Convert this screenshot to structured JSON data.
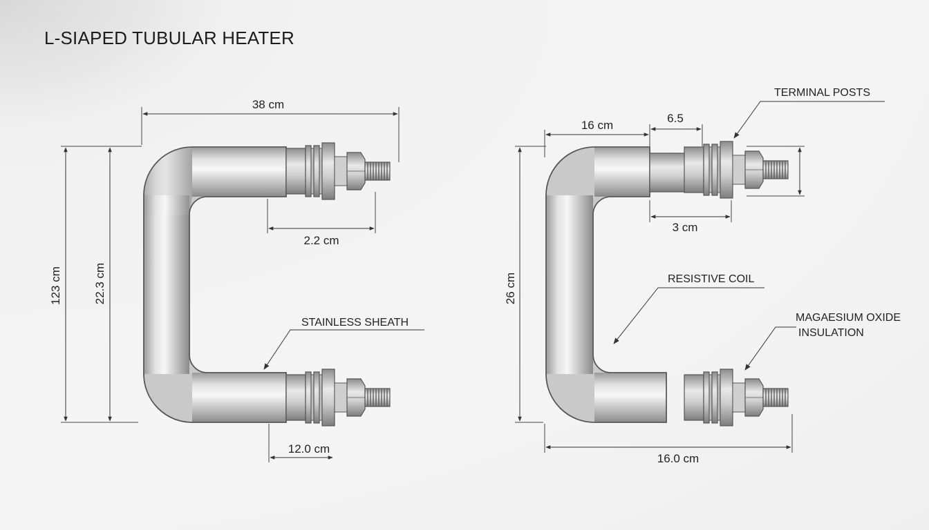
{
  "title": "L-SIAPED TUBULAR HEATER",
  "left_view": {
    "overall_width": "38 cm",
    "outer_height": "123 cm",
    "inner_height": "22.3 cm",
    "terminal_length": "2.2 cm",
    "bottom_terminal_length": "12.0 cm",
    "sheath_label": "STAINLESS SHEATH"
  },
  "right_view": {
    "straight_length": "16 cm",
    "terminal_span": "6.5",
    "post_spacing": "3 cm",
    "height": "26 cm",
    "overall_width": "16.0 cm",
    "terminal_label": "TERMINAL POSTS",
    "coil_label": "RESISTIVE COIL",
    "insulation_label_line1": "MAGAESIUM OXIDE",
    "insulation_label_line2": "INSULATION"
  },
  "colors": {
    "background": "#f3f3f3",
    "steel_light": "#f4f4f4",
    "steel_dark": "#8e8e8e",
    "outline": "#555555",
    "dimension_line": "#333333"
  }
}
